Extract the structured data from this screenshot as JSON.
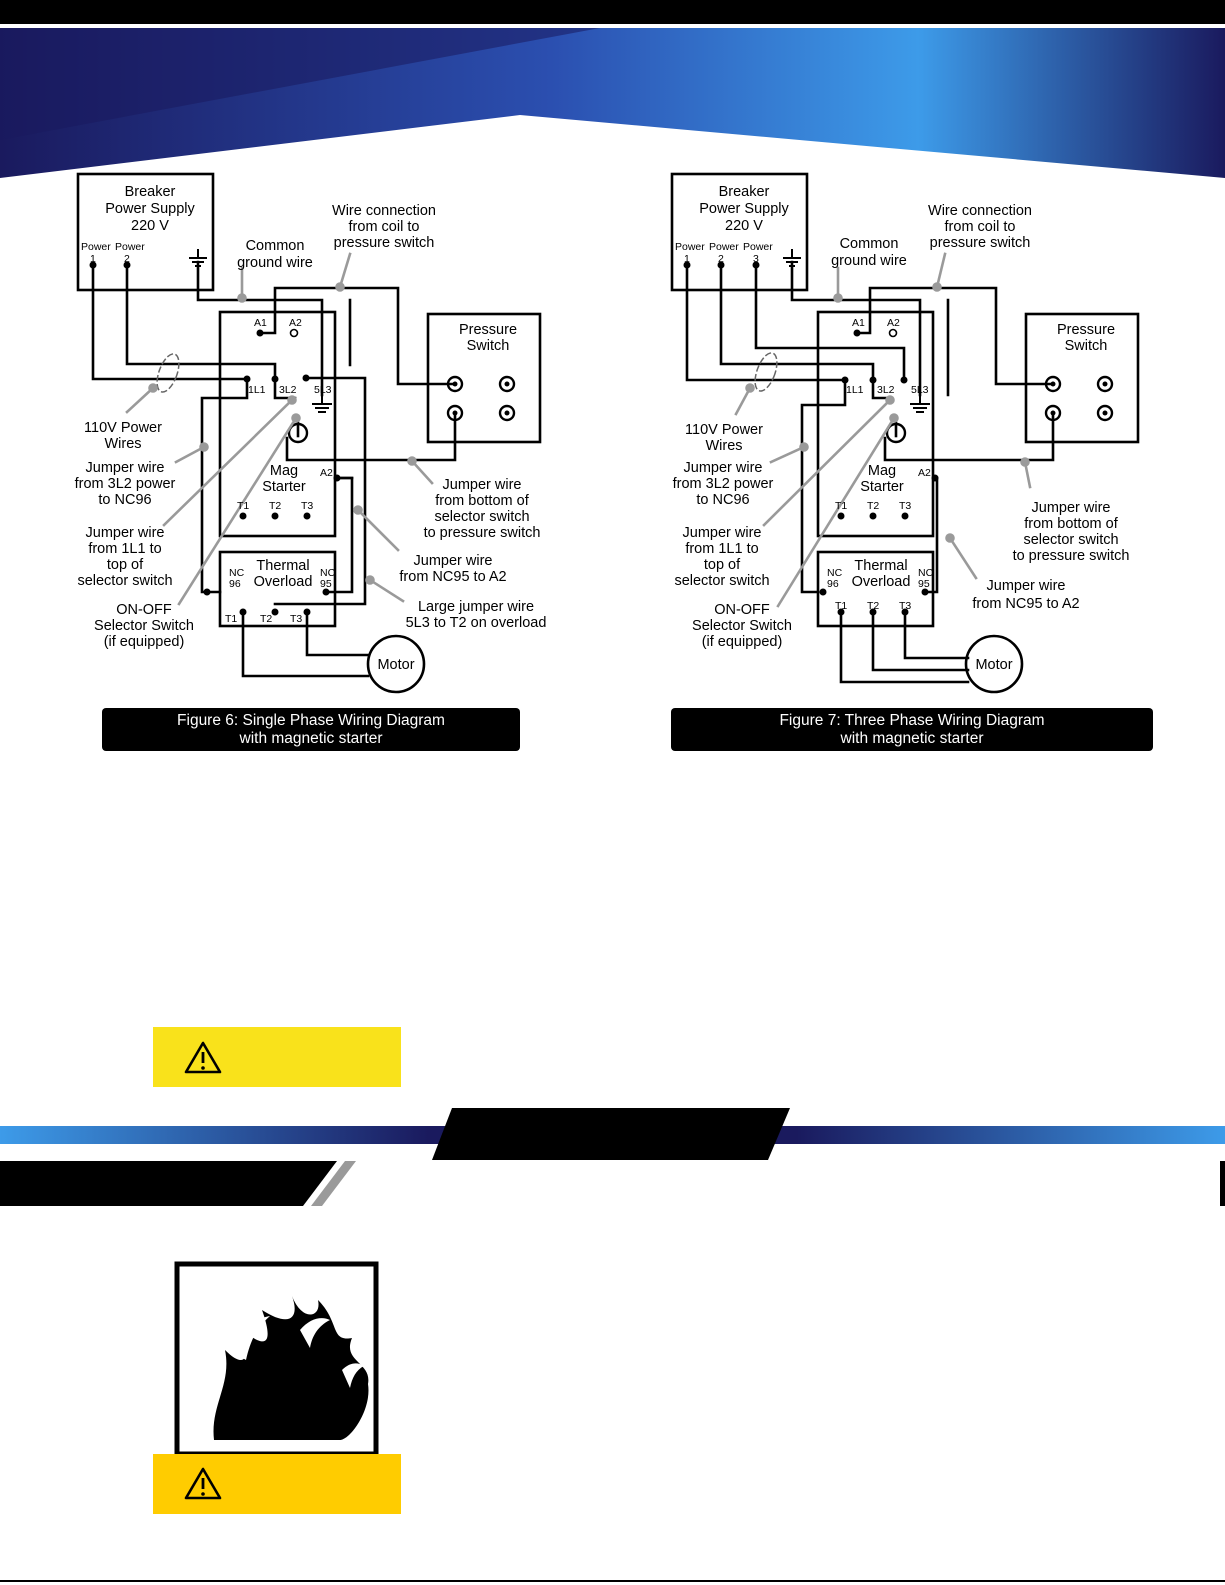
{
  "colors": {
    "banner_dark": "#1a1a5e",
    "banner_light": "#3d9be9",
    "warning_yellow": "#f9e21b",
    "caution_yellow": "#ffcc00",
    "black": "#000000",
    "leader_gray": "#9a9a9a"
  },
  "fig6": {
    "breaker": [
      "Breaker",
      "Power Supply",
      "220 V"
    ],
    "power_label": "Power",
    "terminals": [
      "1",
      "2"
    ],
    "common_ground": [
      "Common",
      "ground wire"
    ],
    "wire_coil": [
      "Wire connection",
      "from coil to",
      "pressure switch"
    ],
    "pressure_switch": [
      "Pressure",
      "Switch"
    ],
    "coil_terms": [
      "A1",
      "A2"
    ],
    "line_terms": [
      "1L1",
      "3L2",
      "5L3"
    ],
    "mag_starter": [
      "Mag",
      "Starter"
    ],
    "a2_label": "A2",
    "t_terms": [
      "T1",
      "T2",
      "T3"
    ],
    "thermal": [
      "Thermal",
      "Overload"
    ],
    "nc_left": [
      "NC",
      "96"
    ],
    "nc_right": [
      "NC",
      "95"
    ],
    "motor": "Motor",
    "power110": [
      "110V Power",
      "Wires"
    ],
    "jumper_3l2": [
      "Jumper wire",
      "from 3L2 power",
      "to NC96"
    ],
    "jumper_1l1": [
      "Jumper wire",
      "from 1L1 to",
      "top of",
      "selector switch"
    ],
    "onoff": [
      "ON-OFF",
      "Selector Switch",
      "(if equipped)"
    ],
    "jumper_bottom": [
      "Jumper wire",
      "from bottom of",
      "selector switch",
      "to pressure switch"
    ],
    "jumper_nc95": [
      "Jumper wire",
      "from NC95 to A2"
    ],
    "large_jumper": [
      "Large jumper wire",
      "5L3 to T2 on overload"
    ],
    "caption": [
      "Figure 6: Single Phase Wiring Diagram",
      "with magnetic starter"
    ]
  },
  "fig7": {
    "breaker": [
      "Breaker",
      "Power Supply",
      "220 V"
    ],
    "power_label": "Power",
    "terminals": [
      "1",
      "2",
      "3"
    ],
    "common_ground": [
      "Common",
      "ground wire"
    ],
    "wire_coil": [
      "Wire connection",
      "from coil to",
      "pressure switch"
    ],
    "pressure_switch": [
      "Pressure",
      "Switch"
    ],
    "coil_terms": [
      "A1",
      "A2"
    ],
    "line_terms": [
      "1L1",
      "3L2",
      "5L3"
    ],
    "mag_starter": [
      "Mag",
      "Starter"
    ],
    "a2_label": "A2",
    "t_terms": [
      "T1",
      "T2",
      "T3"
    ],
    "thermal": [
      "Thermal",
      "Overload"
    ],
    "nc_left": [
      "NC",
      "96"
    ],
    "nc_right": [
      "NC",
      "95"
    ],
    "motor": "Motor",
    "power110": [
      "110V Power",
      "Wires"
    ],
    "jumper_3l2": [
      "Jumper wire",
      "from 3L2 power",
      "to NC96"
    ],
    "jumper_1l1": [
      "Jumper wire",
      "from 1L1 to",
      "top of",
      "selector switch"
    ],
    "onoff": [
      "ON-OFF",
      "Selector Switch",
      "(if equipped)"
    ],
    "jumper_bottom": [
      "Jumper wire",
      "from bottom of",
      "selector switch",
      "to pressure switch"
    ],
    "jumper_nc95": [
      "Jumper wire",
      "from NC95 to A2"
    ],
    "caption": [
      "Figure 7: Three Phase Wiring Diagram",
      "with magnetic starter"
    ]
  },
  "icons": {
    "warning": "warning-triangle-icon",
    "flame": "flame-icon"
  }
}
